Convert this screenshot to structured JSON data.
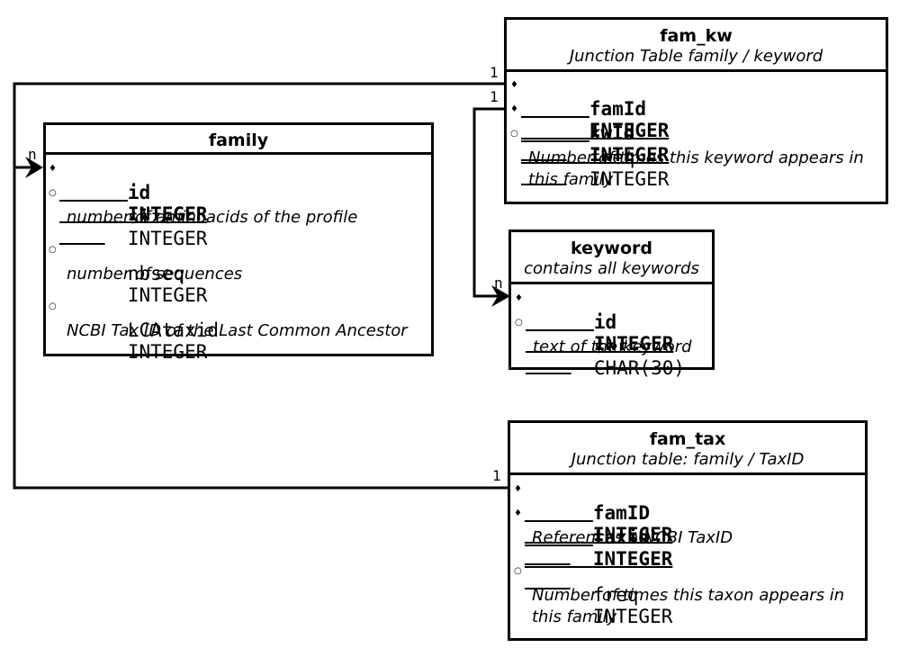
{
  "tables": {
    "fam_kw": {
      "name": "fam_kw",
      "description": "Junction Table family / keyword",
      "fields": [
        {
          "name": "famId",
          "type": "INTEGER",
          "key": true
        },
        {
          "name": "kwId",
          "type": "INTEGER",
          "key": true
        },
        {
          "name": "freq",
          "type": "INTEGER",
          "key": false,
          "description": [
            "Number of times this keyword appears in",
            "this family"
          ]
        }
      ]
    },
    "family": {
      "name": "family",
      "fields": [
        {
          "name": "id",
          "type": "INTEGER",
          "key": true
        },
        {
          "name": "size",
          "type": "INTEGER",
          "key": false,
          "description": "number of aminoacids of the profile"
        },
        {
          "name": "nbseq",
          "type": "INTEGER",
          "key": false,
          "description": "number of sequences"
        },
        {
          "name": "LCAtaxid",
          "type": "INTEGER",
          "key": false,
          "description": "NCBI Tax ID of the Last Common Ancestor"
        }
      ]
    },
    "keyword": {
      "name": "keyword",
      "description": "contains all keywords",
      "fields": [
        {
          "name": "id",
          "type": "INTEGER",
          "key": true
        },
        {
          "name": "str",
          "type": "CHAR(30)",
          "key": false,
          "description": "text of the keyword"
        }
      ]
    },
    "fam_tax": {
      "name": "fam_tax",
      "description": "Junction table: family / TaxID",
      "fields": [
        {
          "name": "famID",
          "type": "INTEGER",
          "key": true
        },
        {
          "name": "taxid",
          "type": "INTEGER",
          "key": true,
          "description": "References a NCBI TaxID"
        },
        {
          "name": "freq",
          "type": "INTEGER",
          "key": false,
          "description": [
            "Number of times this taxon appears in",
            "this family"
          ]
        }
      ]
    }
  },
  "relations": [
    {
      "from": "fam_kw.famId",
      "to": "family.id",
      "from_card": "1",
      "to_card": "n"
    },
    {
      "from": "fam_kw.kwId",
      "to": "keyword.id",
      "from_card": "1",
      "to_card": "n"
    },
    {
      "from": "fam_tax.famID",
      "to": "family.id",
      "from_card": "1",
      "to_card": "n"
    }
  ],
  "markers": {
    "key": "♦",
    "field": "○"
  }
}
